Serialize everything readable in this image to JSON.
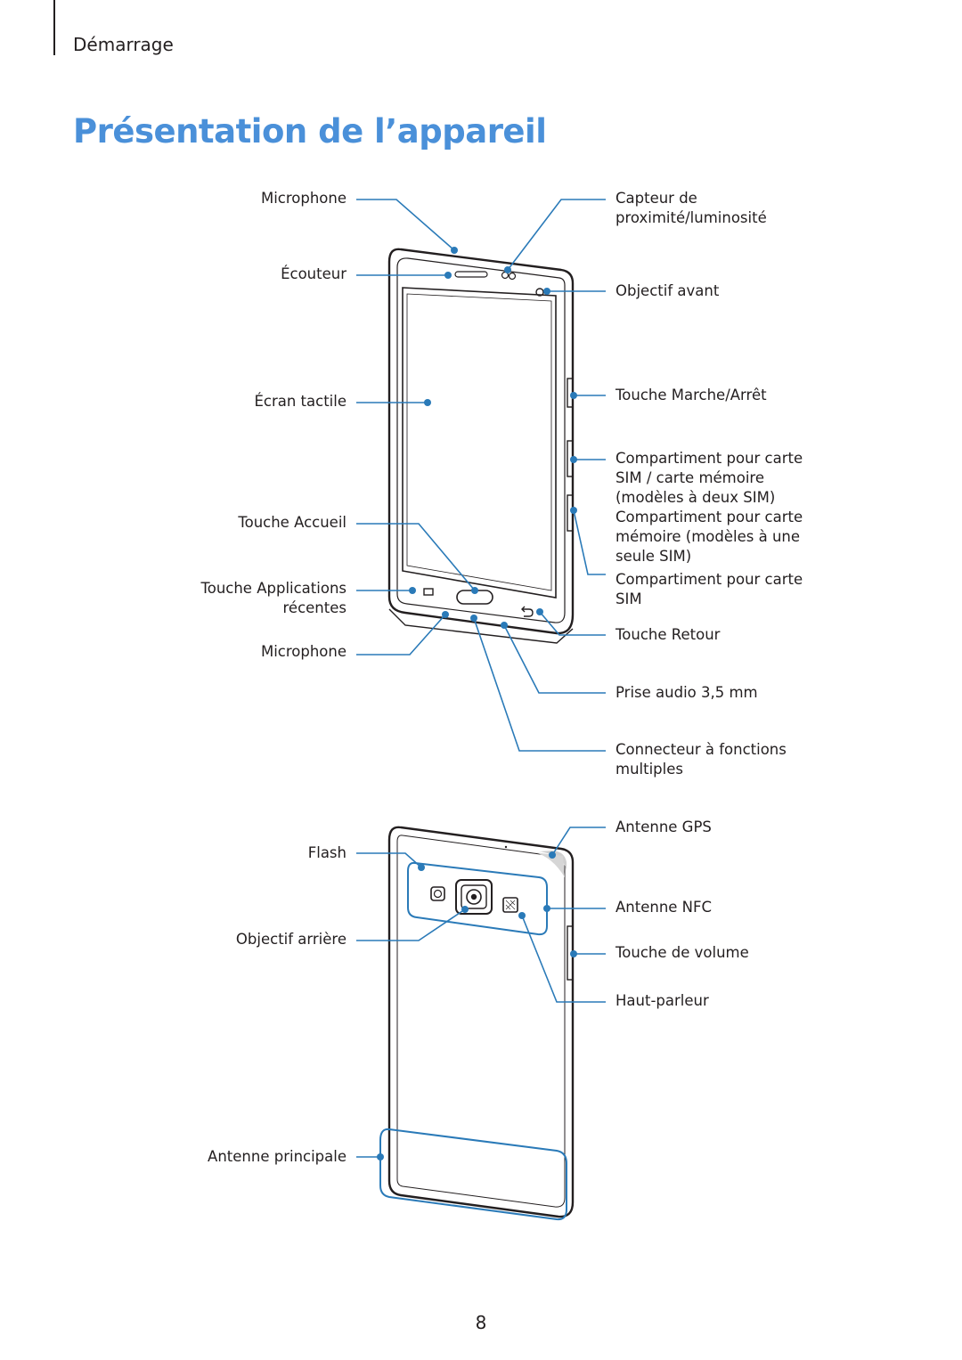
{
  "header": {
    "section": "Démarrage"
  },
  "title": "Présentation de l’appareil",
  "front_labels": {
    "microphone_top": "Microphone",
    "ecouteur": "Écouteur",
    "ecran_tactile": "Écran tactile",
    "touche_accueil": "Touche Accueil",
    "touche_applications_line1": "Touche Applications",
    "touche_applications_line2": "récentes",
    "microphone_bottom": "Microphone",
    "capteur_line1": "Capteur de",
    "capteur_line2": "proximité/luminosité",
    "objectif_avant": "Objectif avant",
    "touche_marche": "Touche Marche/Arrêt",
    "compartiment_1_line1": "Compartiment pour carte",
    "compartiment_1_line2": "SIM / carte mémoire",
    "compartiment_1_line3": "(modèles à deux SIM)",
    "compartiment_2_line1": "Compartiment pour carte",
    "compartiment_2_line2": "mémoire (modèles à une",
    "compartiment_2_line3": "seule SIM)",
    "compartiment_3_line1": "Compartiment pour carte",
    "compartiment_3_line2": "SIM",
    "touche_retour": "Touche Retour",
    "prise_audio": "Prise audio 3,5 mm",
    "connecteur_line1": "Connecteur à fonctions",
    "connecteur_line2": "multiples"
  },
  "back_labels": {
    "flash": "Flash",
    "objectif_arriere": "Objectif arrière",
    "antenne_principale": "Antenne principale",
    "antenne_gps": "Antenne GPS",
    "antenne_nfc": "Antenne NFC",
    "touche_volume": "Touche de volume",
    "haut_parleur": "Haut-parleur"
  },
  "page_number": "8",
  "colors": {
    "accent": "#4a90d9",
    "callout": "#2a7ab8",
    "outline": "#231f20"
  }
}
